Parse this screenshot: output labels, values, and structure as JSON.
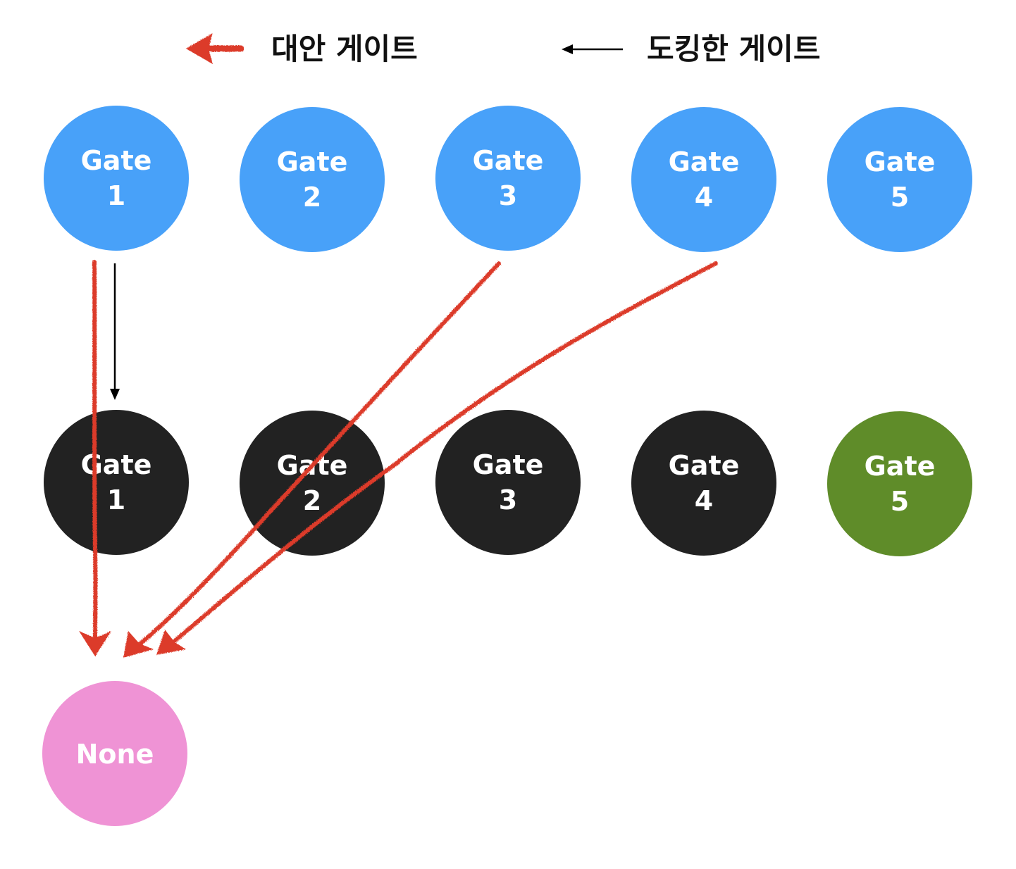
{
  "legend": {
    "alternative_label": "대안 게이트",
    "docked_label": "도킹한 게이트"
  },
  "colors": {
    "source_gate": "#48a1f9",
    "docked_gate": "#222222",
    "free_gate": "#5f8c29",
    "none_node": "#ef93d5",
    "alternative_arrow": "#dc3a2a",
    "docked_arrow": "#000000"
  },
  "source_gates": [
    {
      "word": "Gate",
      "number": "1"
    },
    {
      "word": "Gate",
      "number": "2"
    },
    {
      "word": "Gate",
      "number": "3"
    },
    {
      "word": "Gate",
      "number": "4"
    },
    {
      "word": "Gate",
      "number": "5"
    }
  ],
  "target_gates": [
    {
      "word": "Gate",
      "number": "1",
      "status": "docked"
    },
    {
      "word": "Gate",
      "number": "2",
      "status": "docked"
    },
    {
      "word": "Gate",
      "number": "3",
      "status": "docked"
    },
    {
      "word": "Gate",
      "number": "4",
      "status": "docked"
    },
    {
      "word": "Gate",
      "number": "5",
      "status": "free"
    }
  ],
  "none_node": {
    "label": "None"
  },
  "edges": [
    {
      "from": "source-1",
      "to": "target-1",
      "type": "docked"
    },
    {
      "from": "source-1",
      "to": "none",
      "type": "alternative"
    },
    {
      "from": "source-3",
      "to": "none",
      "type": "alternative"
    },
    {
      "from": "source-4",
      "to": "none",
      "type": "alternative"
    }
  ]
}
